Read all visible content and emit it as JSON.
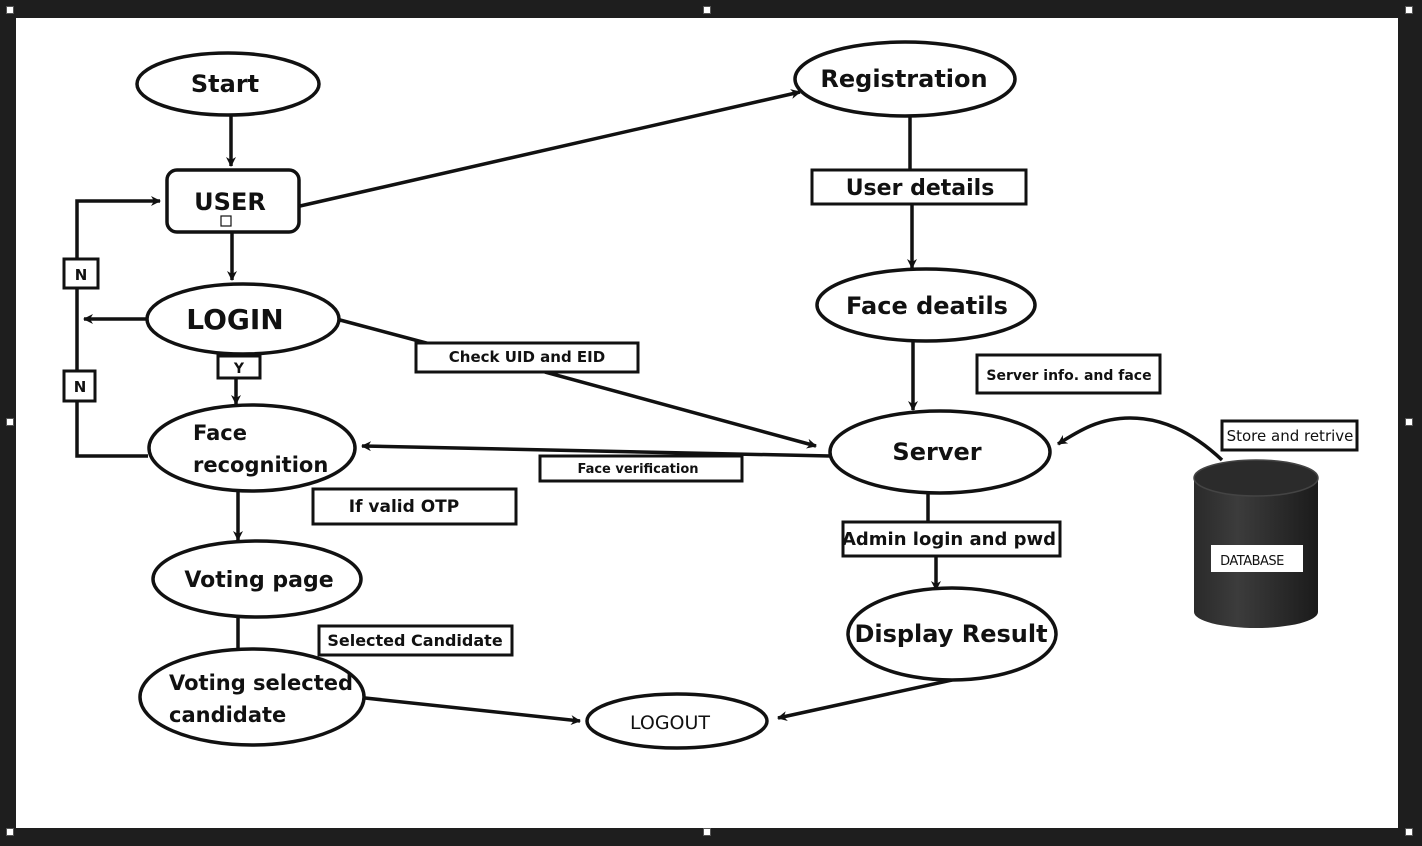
{
  "diagram": {
    "nodes": {
      "start": "Start",
      "user": "USER",
      "login": "LOGIN",
      "face_recognition_line1": "Face",
      "face_recognition_line2": "recognition",
      "voting_page": "Voting page",
      "voting_selected_line1": "Voting selected",
      "voting_selected_line2": "candidate",
      "logout": "LOGOUT",
      "registration": "Registration",
      "face_details": "Face deatils",
      "server": "Server",
      "display_result": "Display Result",
      "database": "DATABASE"
    },
    "labels": {
      "user_details": "User details",
      "check_uid_eid": "Check UID and EID",
      "server_info_face": "Server info. and face",
      "store_retrive": "Store and retrive",
      "face_verification": "Face verification",
      "if_valid_otp": "If valid OTP",
      "admin_login_pwd": "Admin login and pwd",
      "selected_candidate": "Selected Candidate",
      "n_upper": "N",
      "n_lower": "N",
      "y": "Y"
    }
  }
}
